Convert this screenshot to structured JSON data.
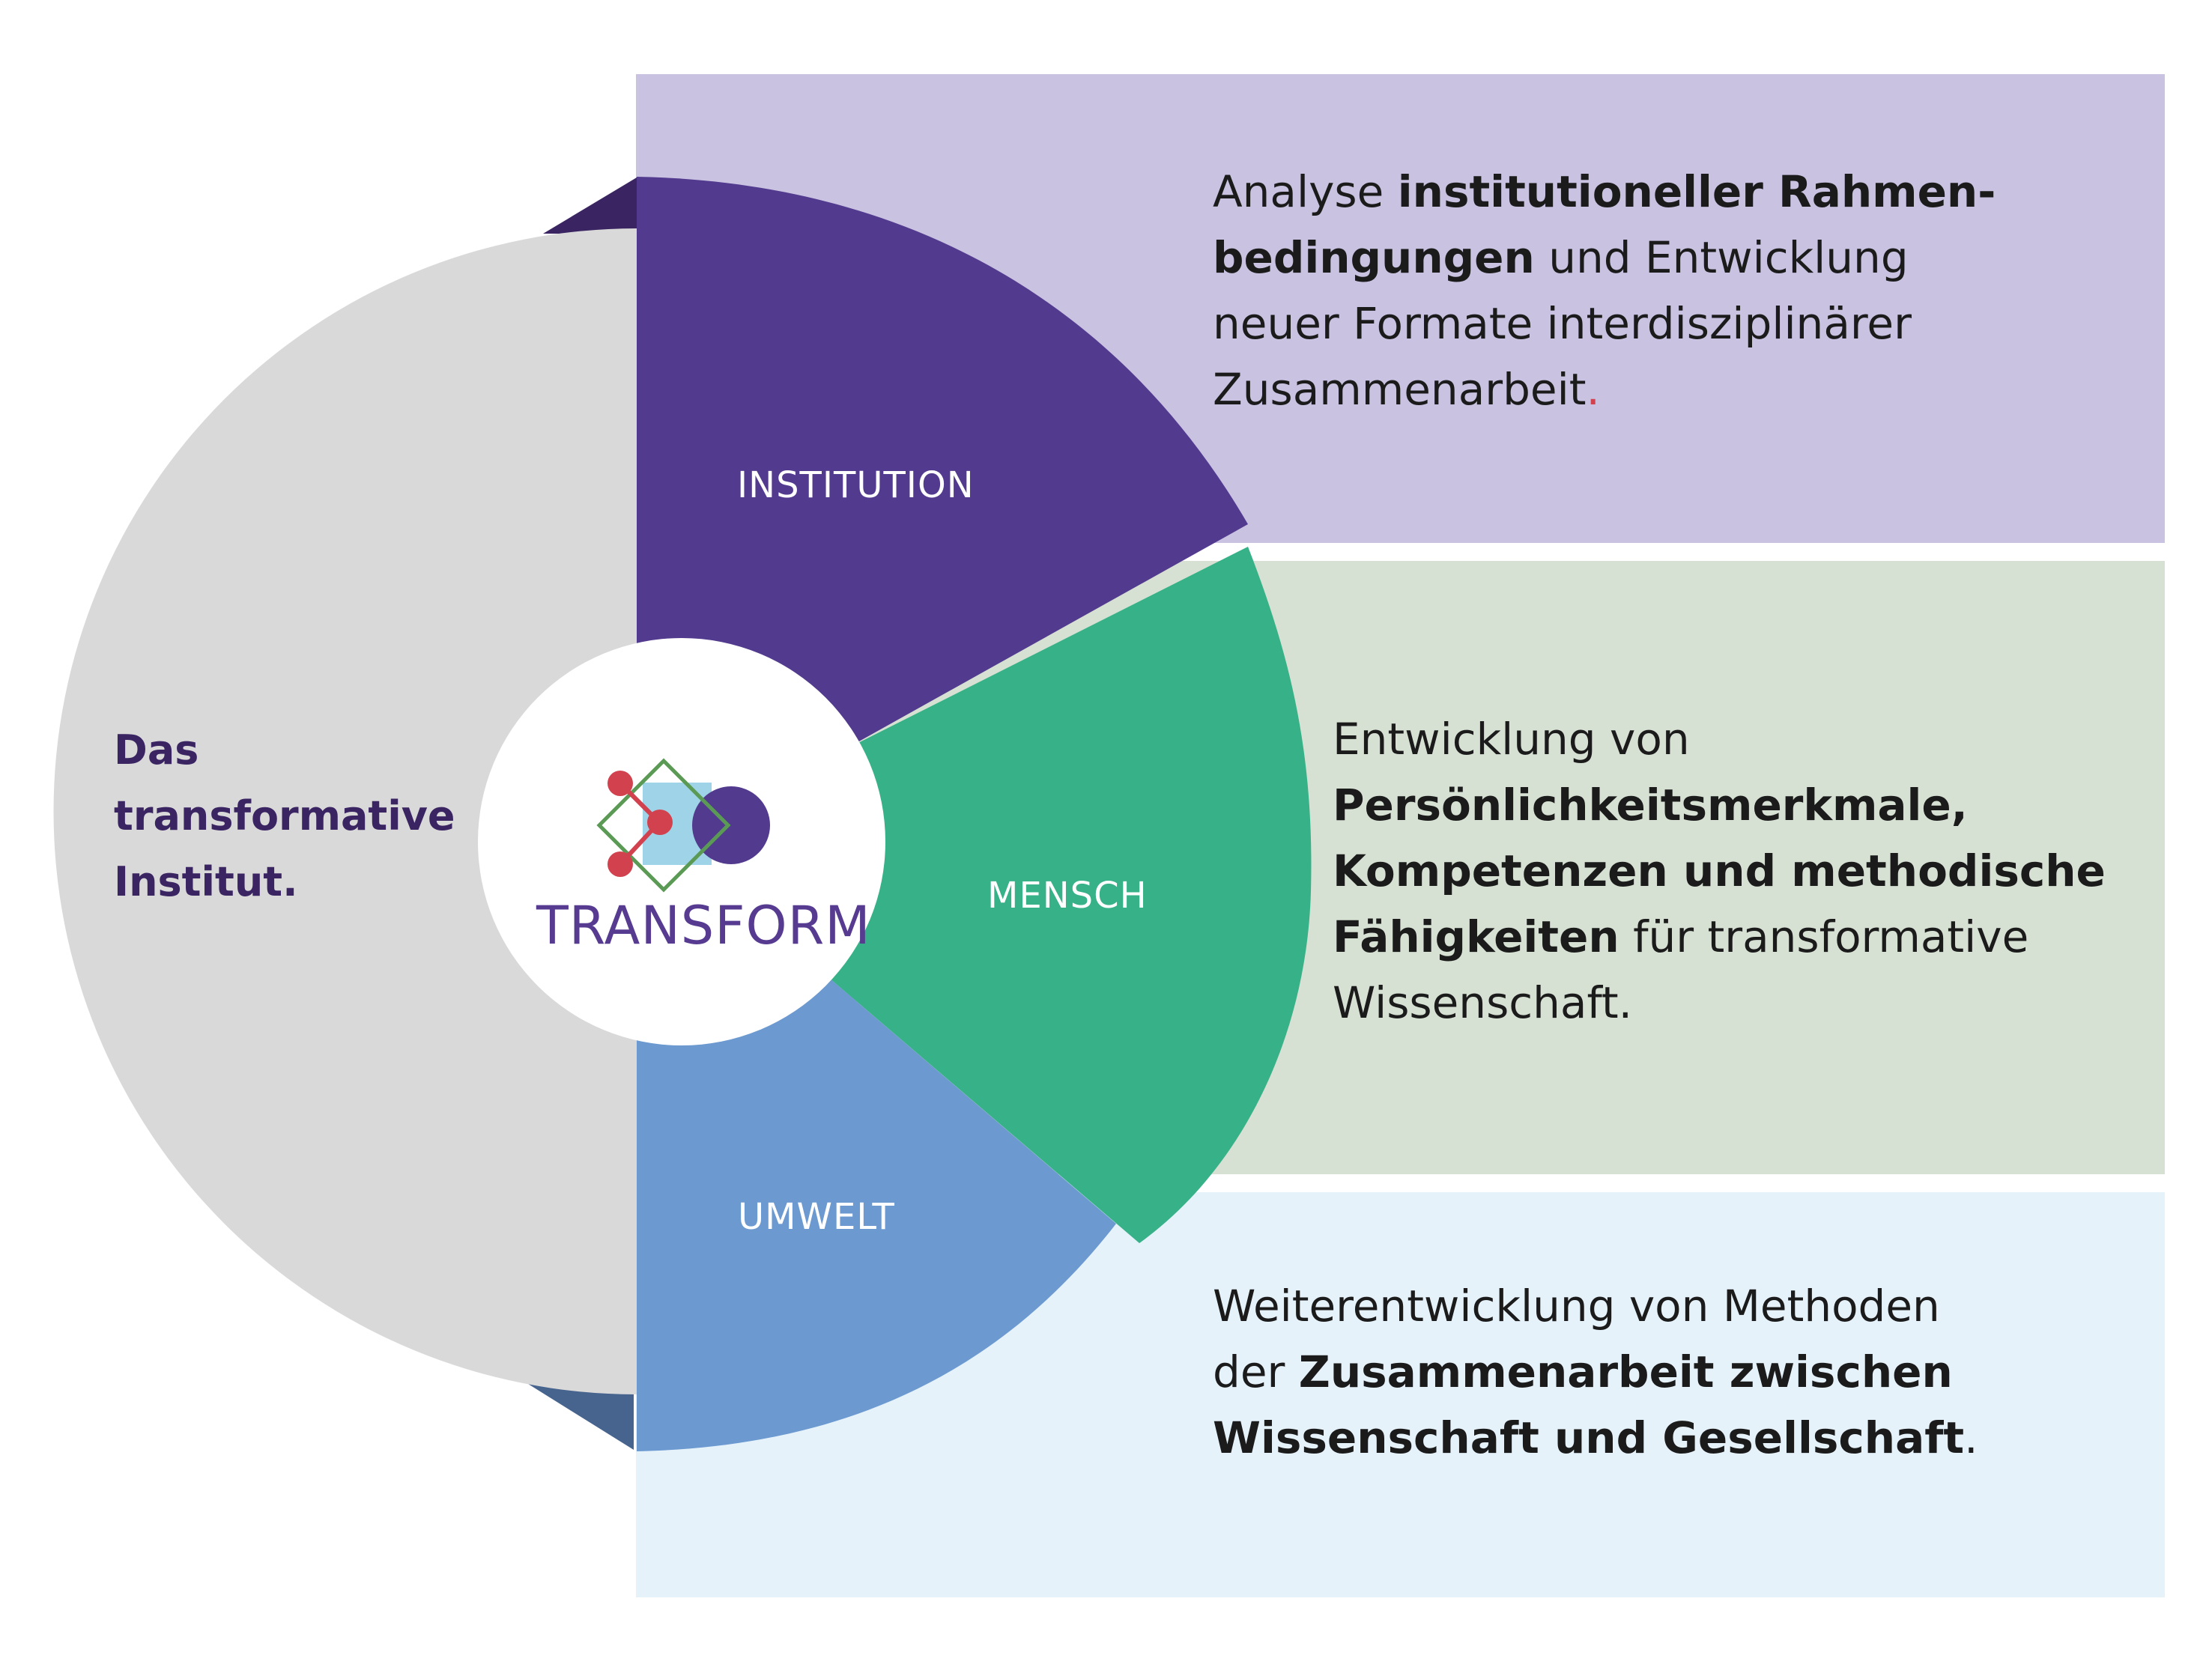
{
  "colors": {
    "institution": "#523a8e",
    "mensch": "#37b187",
    "umwelt": "#6b99d0",
    "grey_disc": "#d9d9d9",
    "panel_top": "#c9c2e1",
    "panel_mid": "#d6e1d3",
    "panel_bot": "#e6f2fa",
    "title_purple": "#3a2462",
    "logo_red": "#d2414e",
    "logo_green": "#5b9a55",
    "logo_blue": "#9fd3e7"
  },
  "left_title": {
    "line1": "Das",
    "line2": "transformative",
    "line3": "Institut."
  },
  "segments": {
    "institution": "INSTITUTION",
    "mensch": "MENSCH",
    "umwelt": "UMWELT"
  },
  "logo": {
    "text": "TRANSFORM",
    "icon": "transform-logo-icon"
  },
  "panels": {
    "top": {
      "t1": "Analyse ",
      "b1": "institutioneller Rahmen-",
      "b2": "bedingungen",
      "t2": " und Entwicklung",
      "t3": "neuer Formate interdisziplinärer",
      "t4": "Zusammenarbeit",
      "t5": "."
    },
    "mid": {
      "t1": "Entwicklung von",
      "b1": "Persönlichkeitsmerkmale,",
      "b2": "Kompetenzen und methodische",
      "b3": "Fähigkeiten",
      "t2": " für transformative",
      "t3": "Wissenschaft."
    },
    "bot": {
      "t1": "Weiterentwicklung von Methoden",
      "t2": "der ",
      "b1": "Zusammenarbeit zwischen",
      "b2": "Wissenschaft und Gesellschaft",
      "t3": "."
    }
  }
}
